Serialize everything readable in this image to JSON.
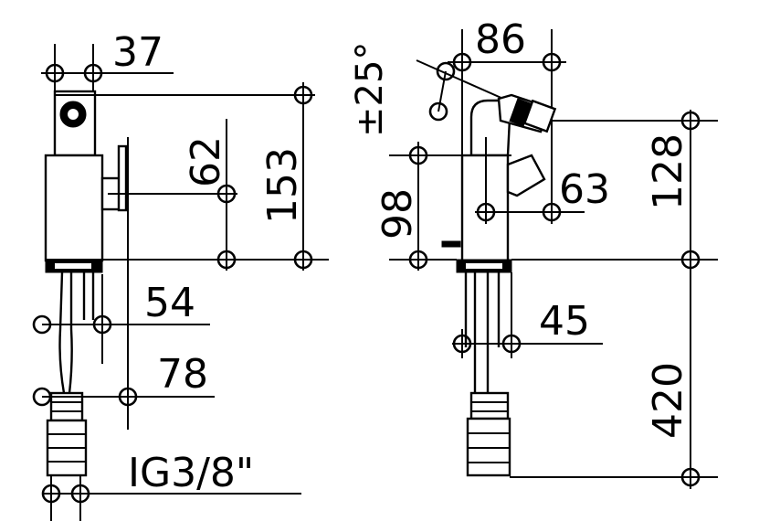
{
  "left_view": {
    "dim_top_width": "37",
    "dim_lever_height": "62",
    "dim_total_height": "153",
    "dim_tail_width_1": "54",
    "dim_tail_width_2": "78",
    "dim_thread": "IG3/8\""
  },
  "right_view": {
    "dim_angle": "±25°",
    "dim_lever_reach": "86",
    "dim_body_height": "98",
    "dim_spout_reach": "63",
    "dim_spout_height": "128",
    "dim_hose_width": "45",
    "dim_hose_length": "420"
  }
}
